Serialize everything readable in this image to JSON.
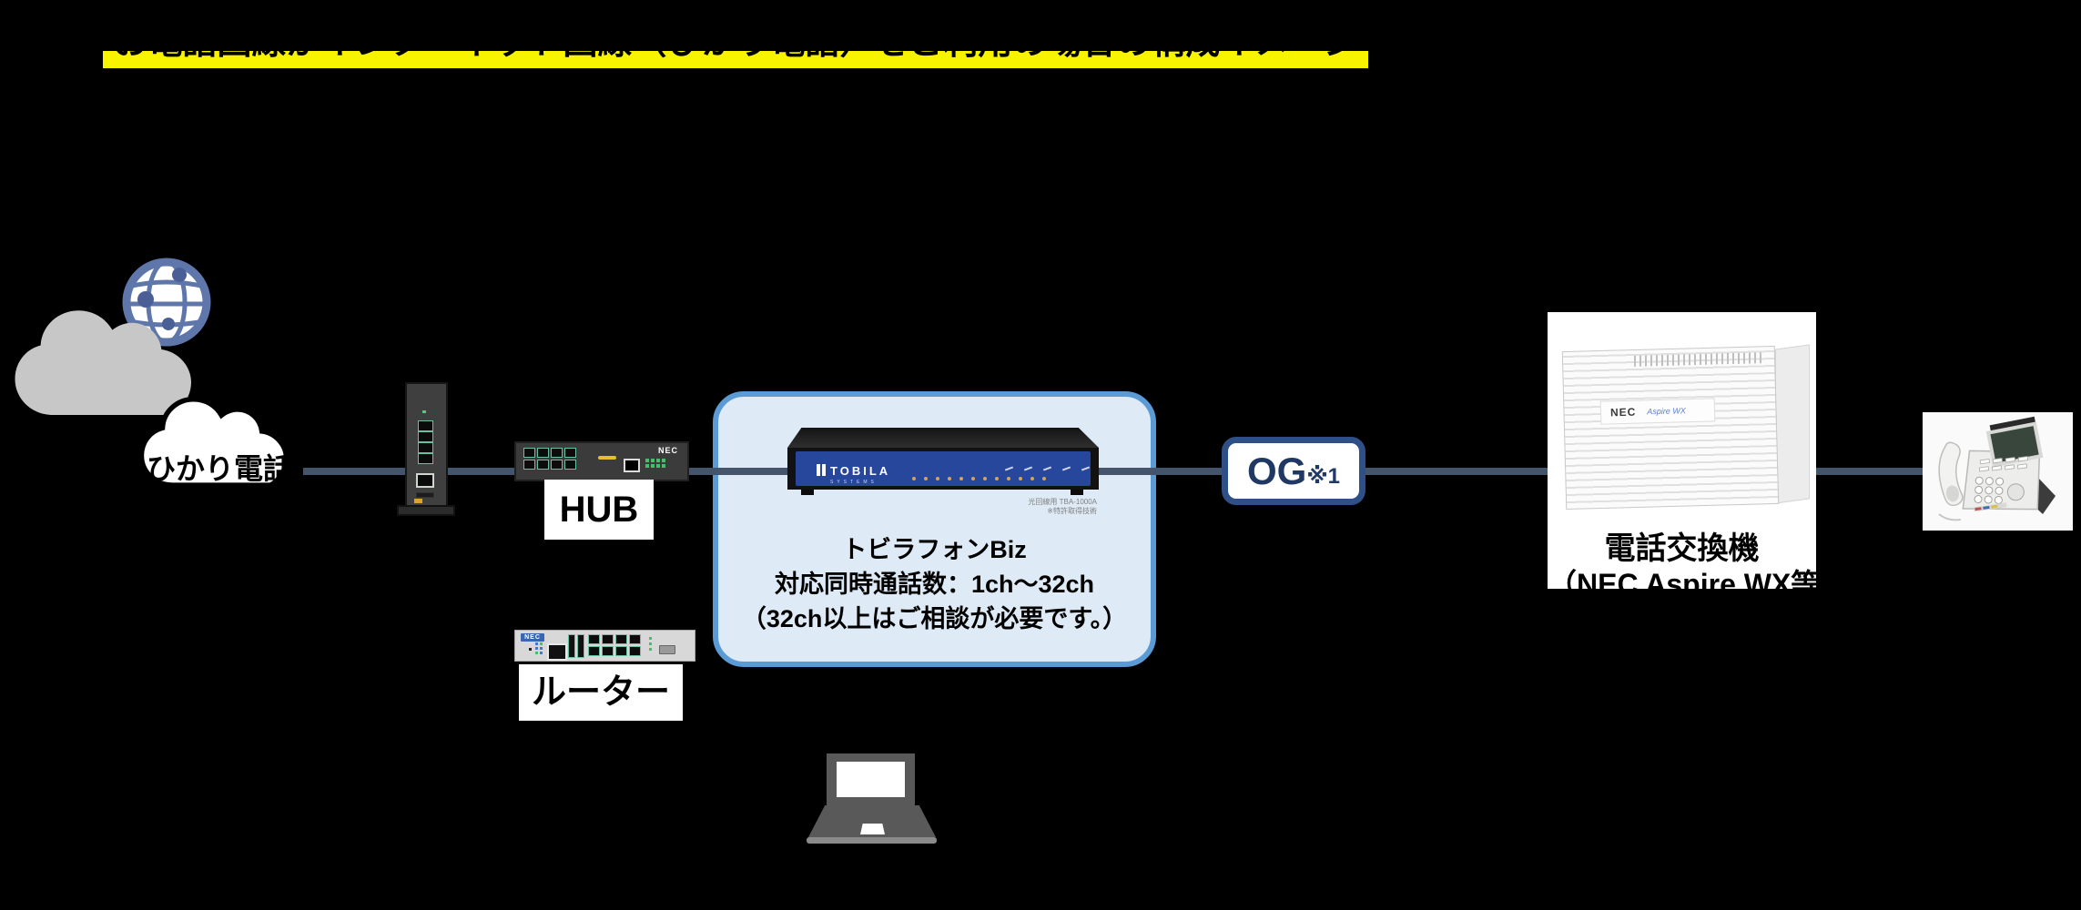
{
  "title": {
    "text": "お電話回線がインターネット回線（ひかり電話）をご利用の場合の構成イメージ"
  },
  "cloud": {
    "label": "ひかり電話"
  },
  "hub": {
    "brand": "NEC",
    "label": "HUB"
  },
  "tobira": {
    "logo": "TOBILA",
    "logo_sub": "SYSTEMS",
    "caption_line1": "光回線用 TBA-1000A",
    "caption_line2": "※特許取得技術",
    "line1": "トビラフォンBiz",
    "line2": "対応同時通話数：1ch～32ch",
    "line3": "（32ch以上はご相談が必要です。）"
  },
  "og": {
    "label": "OG",
    "note": "※1"
  },
  "pbx": {
    "brand": "NEC",
    "model": "Aspire WX",
    "label": "電話交換機",
    "sublabel": "（NEC Aspire WX等）"
  },
  "router": {
    "brand": "NEC",
    "label": "ルーター"
  },
  "colors": {
    "background": "#000000",
    "highlight_yellow": "#F8F400",
    "connection_line": "#44546B",
    "tobira_box_fill": "#DEEBF7",
    "tobira_box_border": "#5B9BD5",
    "device_panel_blue": "#27479C",
    "og_border": "#2E5086",
    "og_text": "#1F3864",
    "globe_blue": "#5E76AA",
    "cloud_gray": "#C7C7C7"
  }
}
